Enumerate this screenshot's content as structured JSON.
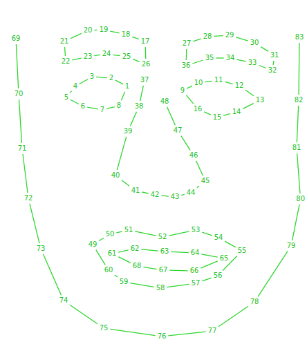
{
  "diagram": {
    "labels": [
      "1",
      "2",
      "3",
      "4",
      "5",
      "6",
      "7",
      "8",
      "9",
      "10",
      "11",
      "12",
      "13",
      "14",
      "15",
      "16",
      "17",
      "18",
      "19",
      "20",
      "21",
      "22",
      "23",
      "24",
      "25",
      "26",
      "27",
      "28",
      "29",
      "30",
      "31",
      "32",
      "33",
      "34",
      "35",
      "36",
      "37",
      "38",
      "39",
      "40",
      "41",
      "42",
      "43",
      "44",
      "45",
      "46",
      "47",
      "48",
      "49",
      "50",
      "51",
      "52",
      "53",
      "54",
      "55",
      "56",
      "57",
      "58",
      "59",
      "60",
      "61",
      "62",
      "63",
      "64",
      "65",
      "66",
      "67",
      "68",
      "69",
      "70",
      "71",
      "72",
      "73",
      "74",
      "75",
      "76",
      "77",
      "78",
      "79",
      "80",
      "81",
      "82",
      "83"
    ]
  }
}
